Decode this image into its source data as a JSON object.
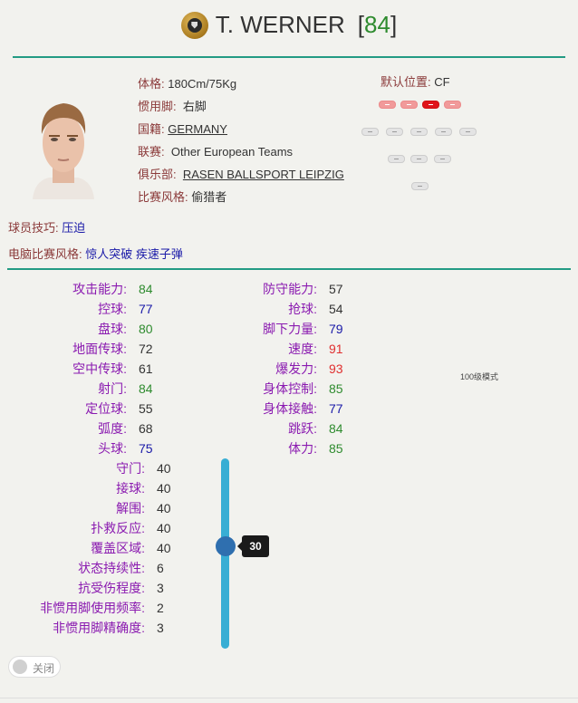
{
  "header": {
    "name": "T. WERNER",
    "rating_open": "[",
    "rating": "84",
    "rating_close": "]",
    "badge_icon": "club-shield-badge"
  },
  "info": {
    "build_label": "体格:",
    "build": "180Cm/75Kg",
    "foot_label": "惯用脚:",
    "foot": "右脚",
    "nation_label": "国籍:",
    "nation": "GERMANY",
    "league_label": "联赛:",
    "league": "Other European Teams",
    "club_label": "俱乐部:",
    "club": "RASEN BALLSPORT LEIPZIG",
    "style_label": "比赛风格:",
    "style": "偷猎者"
  },
  "position": {
    "label": "默认位置:",
    "value": "CF"
  },
  "skills": {
    "label": "球员技巧:",
    "value": "压迫",
    "ai_label": "电脑比赛风格:",
    "ai_value": "惊人突破 疾速子弹"
  },
  "stats_left": [
    {
      "label": "攻击能力:",
      "value": "84",
      "color": "green"
    },
    {
      "label": "控球:",
      "value": "77",
      "color": "blue"
    },
    {
      "label": "盘球:",
      "value": "80",
      "color": "green"
    },
    {
      "label": "地面传球:",
      "value": "72",
      "color": "black"
    },
    {
      "label": "空中传球:",
      "value": "61",
      "color": "black"
    },
    {
      "label": "射门:",
      "value": "84",
      "color": "green"
    },
    {
      "label": "定位球:",
      "value": "55",
      "color": "black"
    },
    {
      "label": "弧度:",
      "value": "68",
      "color": "black"
    },
    {
      "label": "头球:",
      "value": "75",
      "color": "blue"
    }
  ],
  "stats_right": [
    {
      "label": "防守能力:",
      "value": "57",
      "color": "black"
    },
    {
      "label": "抢球:",
      "value": "54",
      "color": "black"
    },
    {
      "label": "脚下力量:",
      "value": "79",
      "color": "blue"
    },
    {
      "label": "速度:",
      "value": "91",
      "color": "red"
    },
    {
      "label": "爆发力:",
      "value": "93",
      "color": "red"
    },
    {
      "label": "身体控制:",
      "value": "85",
      "color": "green"
    },
    {
      "label": "身体接触:",
      "value": "77",
      "color": "blue"
    },
    {
      "label": "跳跃:",
      "value": "84",
      "color": "green"
    },
    {
      "label": "体力:",
      "value": "85",
      "color": "green"
    }
  ],
  "stats_gk": [
    {
      "label": "守门:",
      "value": "40"
    },
    {
      "label": "接球:",
      "value": "40"
    },
    {
      "label": "解围:",
      "value": "40"
    },
    {
      "label": "扑救反应:",
      "value": "40"
    },
    {
      "label": "覆盖区域:",
      "value": "40"
    },
    {
      "label": "状态持续性:",
      "value": "6"
    },
    {
      "label": "抗受伤程度:",
      "value": "3"
    },
    {
      "label": "非惯用脚使用频率:",
      "value": "2"
    },
    {
      "label": "非惯用脚精确度:",
      "value": "3"
    }
  ],
  "mode_label": "100级模式",
  "slider": {
    "value": "30"
  },
  "toggle": {
    "label": "关闭"
  },
  "colors": {
    "accent_line": "#239b84",
    "green": "#2e8b2e",
    "blue": "#1a1aa8",
    "red": "#e03030",
    "slider": "#38aed4"
  }
}
